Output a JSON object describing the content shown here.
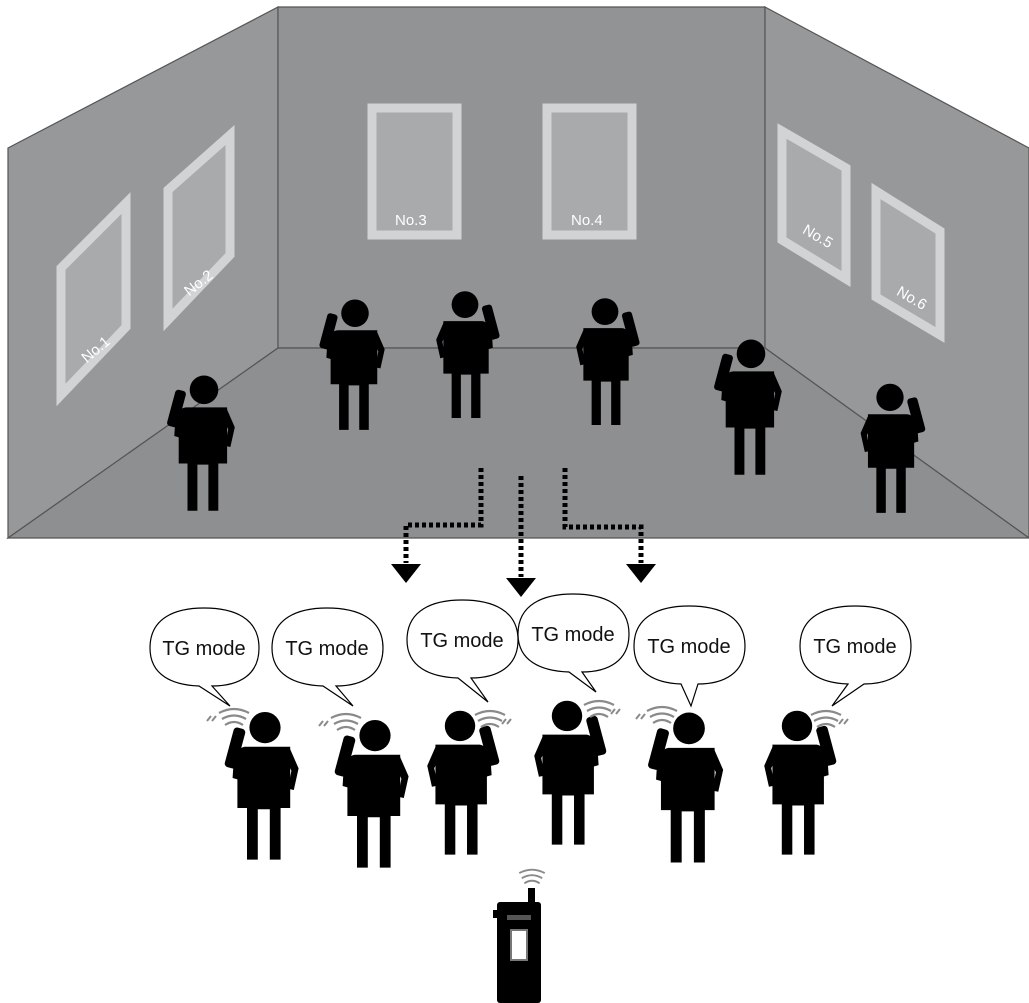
{
  "exhibit_frames": [
    {
      "label": "No.1"
    },
    {
      "label": "No.2"
    },
    {
      "label": "No.3"
    },
    {
      "label": "No.4"
    },
    {
      "label": "No.5"
    },
    {
      "label": "No.6"
    }
  ],
  "speech_bubbles": [
    {
      "text": "TG mode"
    },
    {
      "text": "TG mode"
    },
    {
      "text": "TG mode"
    },
    {
      "text": "TG mode"
    },
    {
      "text": "TG mode"
    },
    {
      "text": "TG mode"
    }
  ],
  "colors": {
    "wall_back": "#929395",
    "wall_side": "#97989a",
    "floor": "#8e8f91",
    "frame_border": "#d2d3d5",
    "frame_fill": "#a9aaac",
    "figure": "#000000",
    "signal": "#8a8a8a"
  },
  "icons": [
    "person-icon",
    "audio-guide-device-icon",
    "signal-waves-icon",
    "transmitter-icon",
    "dotted-arrow-icon"
  ]
}
